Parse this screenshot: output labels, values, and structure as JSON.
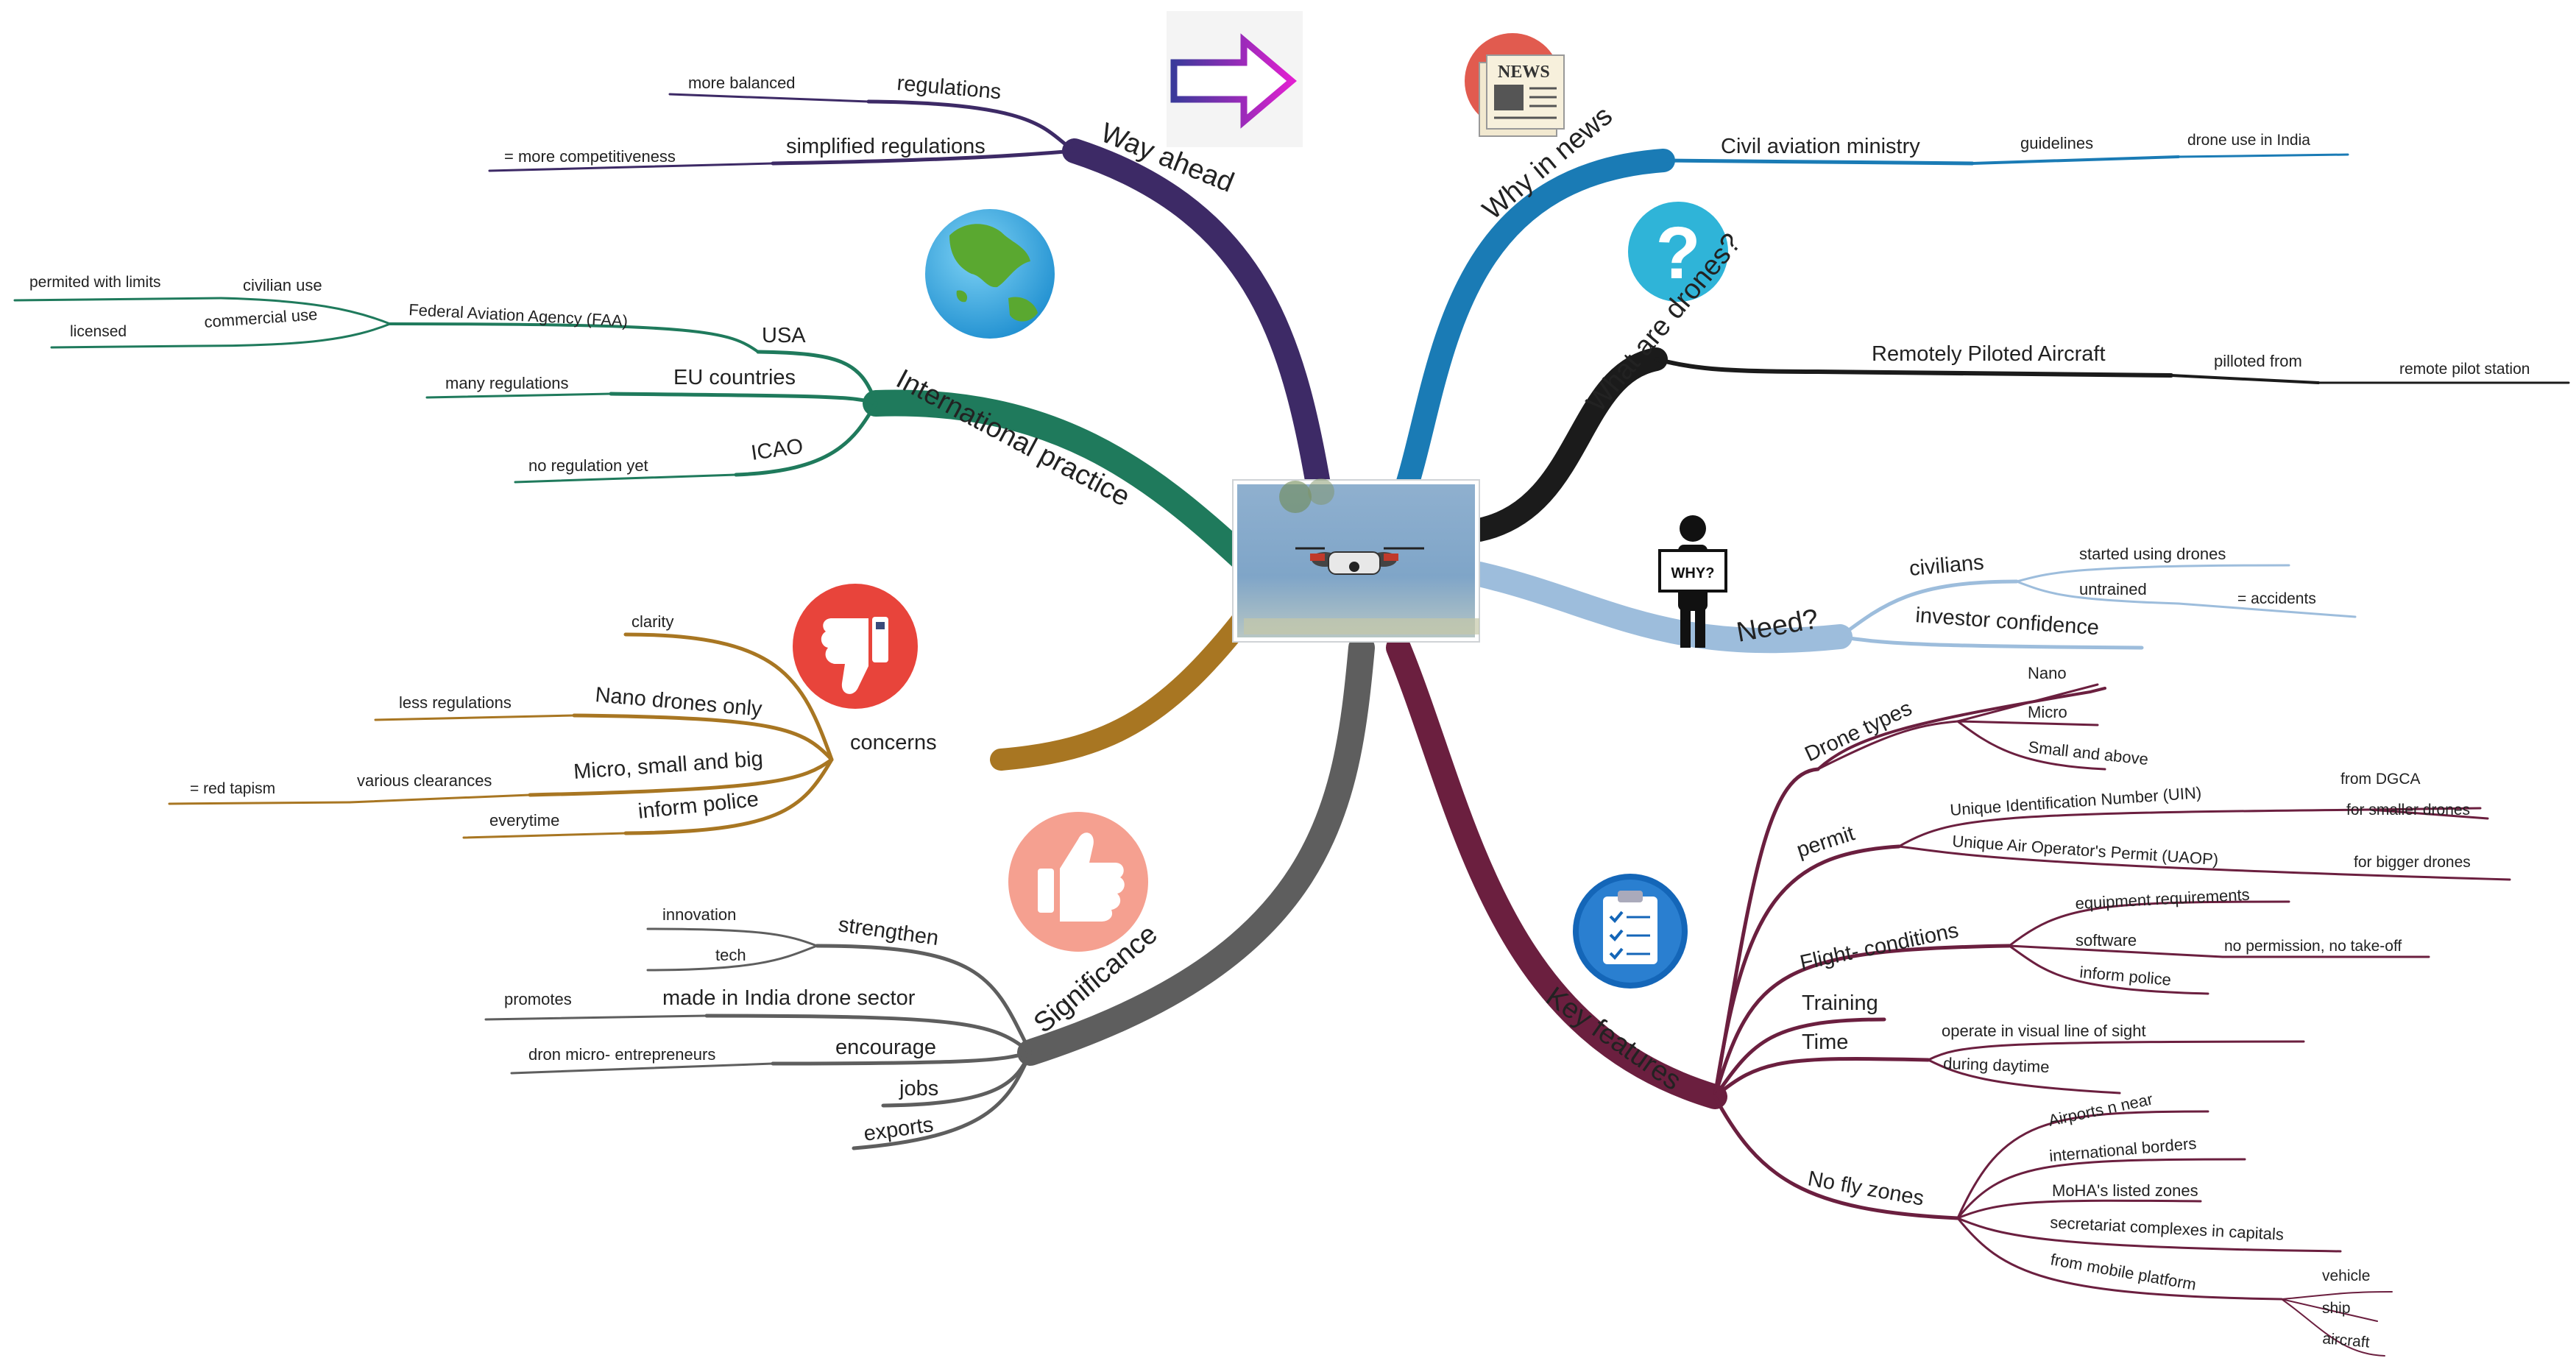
{
  "center": {
    "image": "drone-photo"
  },
  "colors": {
    "way_ahead": "#3d2a66",
    "why_in_news": "#1a7bb5",
    "drones": "#1b1b1b",
    "need": "#9dbddc",
    "key_features": "#6b1f3f",
    "significance": "#5e5e5e",
    "concerns": "#a87622",
    "intl": "#1f7a5c"
  },
  "way_ahead": {
    "label": "Way ahead",
    "icon": "arrow-right-icon",
    "regulations": "regulations",
    "more_balanced": "more balanced",
    "simplified": "simplified regulations",
    "competitiveness": "= more competitiveness"
  },
  "why_in_news": {
    "label": "Why in news",
    "icon": "newspaper-icon",
    "news_text": "NEWS",
    "ministry": "Civil aviation ministry",
    "guidelines": "guidelines",
    "drone_use": "drone use in India"
  },
  "what_are_drones": {
    "label": "What are drones?",
    "icon": "question-mark-icon",
    "icon_text": "?",
    "rpa": "Remotely Piloted Aircraft",
    "pilloted_from": "pilloted from",
    "station": "remote pilot station"
  },
  "need": {
    "label": "Need?",
    "icon": "person-with-sign-icon",
    "sign_text": "WHY?",
    "civilians": "civilians",
    "started": "started using drones",
    "untrained": "untrained",
    "accidents": "= accidents",
    "investor": "investor confidence"
  },
  "key_features": {
    "label": "Key features",
    "icon": "checklist-icon",
    "drone_types": "Drone types",
    "nano": "Nano",
    "micro": "Micro",
    "small": "Small and above",
    "permit": "permit",
    "uin": "Unique Identification Number (UIN)",
    "from_dgca": "from DGCA",
    "smaller_drones": "for smaller drones",
    "uaop": "Unique Air Operator's Permit (UAOP)",
    "bigger_drones": "for bigger drones",
    "flight_conditions": "Flight- conditions",
    "equipment": "equipment requirements",
    "software": "software",
    "no_permission": "no permission, no take-off",
    "inform_police": "inform police",
    "training": "Training",
    "time": "Time",
    "line_of_sight": "operate in visual line of sight",
    "daytime": "during daytime",
    "no_fly": "No fly zones",
    "airports": "Airports n near",
    "borders": "international borders",
    "moha": "MoHA's listed zones",
    "secretariat": "secretariat complexes in capitals",
    "mobile_platform": "from mobile platform",
    "vehicle": "vehicle",
    "ship": "ship",
    "aircraft": "aircraft"
  },
  "significance": {
    "label": "Significance",
    "icon": "thumbs-up-icon",
    "strengthen": "strengthen",
    "innovation": "innovation",
    "tech": "tech",
    "make_in_india": "made in India drone sector",
    "promotes": "promotes",
    "encourage": "encourage",
    "entrepreneurs": "dron micro- entrepreneurs",
    "jobs": "jobs",
    "exports": "exports"
  },
  "concerns": {
    "label": "concerns",
    "icon": "thumbs-down-icon",
    "clarity": "clarity",
    "nano_only": "Nano drones only",
    "less_regulations": "less regulations",
    "micro_small_big": "Micro, small and big",
    "various_clearances": "various clearances",
    "red_tapism": "= red tapism",
    "inform_police": "inform police",
    "everytime": "everytime"
  },
  "intl": {
    "label": "International practice",
    "icon": "globe-icon",
    "usa": "USA",
    "faa": "Federal Aviation Agency (FAA)",
    "civilian_use": "civilian use",
    "permitted": "permited with limits",
    "commercial_use": "commercial use",
    "licensed": "licensed",
    "eu": "EU countries",
    "many_regulations": "many regulations",
    "icao": "ICAO",
    "no_regulation": "no regulation yet"
  }
}
